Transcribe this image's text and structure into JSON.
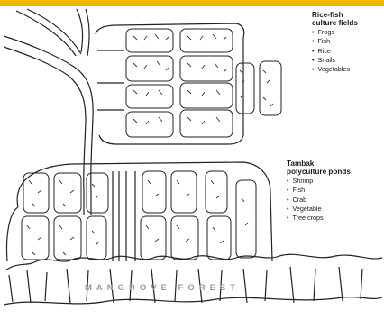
{
  "accent_color": "#f2b705",
  "rice_fish": {
    "title_line1": "Rice-fish",
    "title_line2": "culture fields",
    "items": [
      "Frogs",
      "Fish",
      "Rice",
      "Snails",
      "Vegetables"
    ]
  },
  "tambak": {
    "title_line1": "Tambak",
    "title_line2": "polyculture ponds",
    "items": [
      "Shrimp",
      "Fish",
      "Crab",
      "Vegetable",
      "Tree crops"
    ]
  },
  "forest_label": "MANGROVE FOREST"
}
